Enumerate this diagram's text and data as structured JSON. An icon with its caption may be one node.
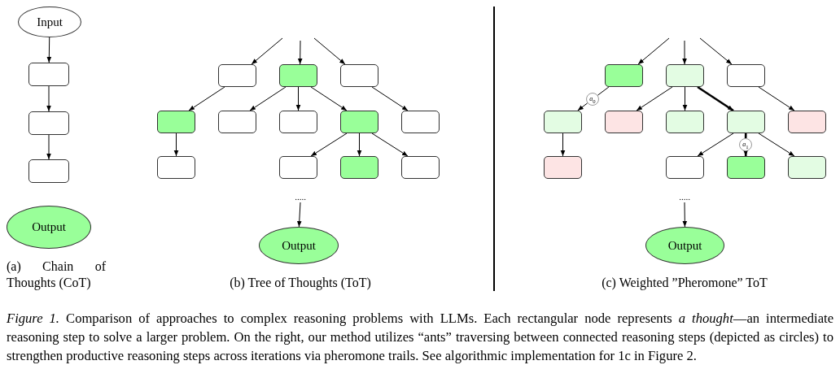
{
  "diagram": {
    "caption": "*Figure 1.* Comparison of approaches to complex reasoning problems with LLMs. Each rectangular node represents *a thought*—an intermediate reasoning step to solve a larger problem. On the right, our method utilizes “ants” traversing between connected reasoning steps (depicted as circles) to strengthen productive reasoning steps across iterations via pheromone trails. See algorithmic implementation for 1c in Figure 2.",
    "nodes": [
      {
        "text": [
          "Input"
        ]
      },
      {
        "text": [],
        "shape": "box"
      },
      {
        "text": [],
        "shape": "box"
      },
      {
        "text": [],
        "shape": "box"
      },
      {
        "text": [
          "Output"
        ]
      },
      {
        "text": [],
        "shape": "box"
      },
      {
        "text": [],
        "shape": "box"
      },
      {
        "text": [],
        "shape": "box"
      },
      {
        "text": [],
        "shape": "box"
      },
      {
        "text": [],
        "shape": "box"
      },
      {
        "text": [],
        "shape": "box"
      },
      {
        "text": [],
        "shape": "box"
      },
      {
        "text": [],
        "shape": "box"
      },
      {
        "text": [],
        "shape": "box"
      },
      {
        "text": [],
        "shape": "box"
      },
      {
        "text": [],
        "shape": "box"
      },
      {
        "text": [],
        "shape": "box"
      },
      {
        "text": [
          "....."
        ]
      },
      {
        "text": [
          "Output"
        ]
      },
      {
        "text": [],
        "shape": "box"
      },
      {
        "text": [],
        "shape": "box"
      },
      {
        "text": [],
        "shape": "box"
      },
      {
        "text": [
          "*a*$_{0}$"
        ]
      },
      {
        "text": [],
        "shape": "box"
      },
      {
        "text": [],
        "shape": "box"
      },
      {
        "text": [],
        "shape": "box"
      },
      {
        "text": [],
        "shape": "box"
      },
      {
        "text": [],
        "shape": "box"
      },
      {
        "text": [
          "*a*$_{1}$"
        ]
      },
      {
        "text": [],
        "shape": "box"
      },
      {
        "text": [],
        "shape": "box"
      },
      {
        "text": [],
        "shape": "box"
      },
      {
        "text": [],
        "shape": "box"
      },
      {
        "text": [
          "....."
        ]
      },
      {
        "text": [
          "Output"
        ]
      }
    ],
    "edges": [
      {
        "from": 0,
        "to": 1,
        "arrow": "to"
      },
      {
        "from": 1,
        "to": 2,
        "arrow": "to"
      },
      {
        "from": 2,
        "to": 3,
        "arrow": "to"
      },
      {
        "from": null,
        "to": 5,
        "arrow": "to"
      },
      {
        "from": null,
        "to": 6,
        "arrow": "to"
      },
      {
        "from": null,
        "to": 7,
        "arrow": "to"
      },
      {
        "from": 5,
        "to": 8,
        "arrow": "to"
      },
      {
        "from": 6,
        "to": 9,
        "arrow": "to"
      },
      {
        "from": 6,
        "to": 10,
        "arrow": "to"
      },
      {
        "from": 6,
        "to": 11,
        "arrow": "to"
      },
      {
        "from": 7,
        "to": 12,
        "arrow": "to"
      },
      {
        "from": 8,
        "to": 13,
        "arrow": "to"
      },
      {
        "from": 11,
        "to": 14,
        "arrow": "to"
      },
      {
        "from": 11,
        "to": 15,
        "arrow": "to"
      },
      {
        "from": 11,
        "to": 16,
        "arrow": "to"
      },
      {
        "from": 17,
        "to": 18,
        "arrow": "to"
      },
      {
        "from": null,
        "to": 19,
        "arrow": "to"
      },
      {
        "from": null,
        "to": 20,
        "arrow": "to"
      },
      {
        "from": null,
        "to": 21,
        "arrow": "to"
      },
      {
        "from": 19,
        "to": 22,
        "arrow": "none"
      },
      {
        "from": 22,
        "to": 23,
        "arrow": "to"
      },
      {
        "from": 20,
        "to": 24,
        "arrow": "to"
      },
      {
        "from": 20,
        "to": 25,
        "arrow": "to"
      },
      {
        "from": 20,
        "to": 26,
        "arrow": "to",
        "style": "thick"
      },
      {
        "from": 21,
        "to": 27,
        "arrow": "to"
      },
      {
        "from": 23,
        "to": 29,
        "arrow": "to"
      },
      {
        "from": 26,
        "to": 28,
        "arrow": "none",
        "style": "thick"
      },
      {
        "from": 28,
        "to": 31,
        "arrow": "to",
        "style": "thick"
      },
      {
        "from": 26,
        "to": 30,
        "arrow": "to"
      },
      {
        "from": 26,
        "to": 32,
        "arrow": "to"
      },
      {
        "from": 33,
        "to": 34,
        "arrow": "to"
      }
    ],
    "labels": [
      "(a) Chain of Thoughts (CoT)",
      "(b) Tree of Thoughts (ToT)",
      "(c) Weighted ”Pheromone” ToT"
    ]
  }
}
